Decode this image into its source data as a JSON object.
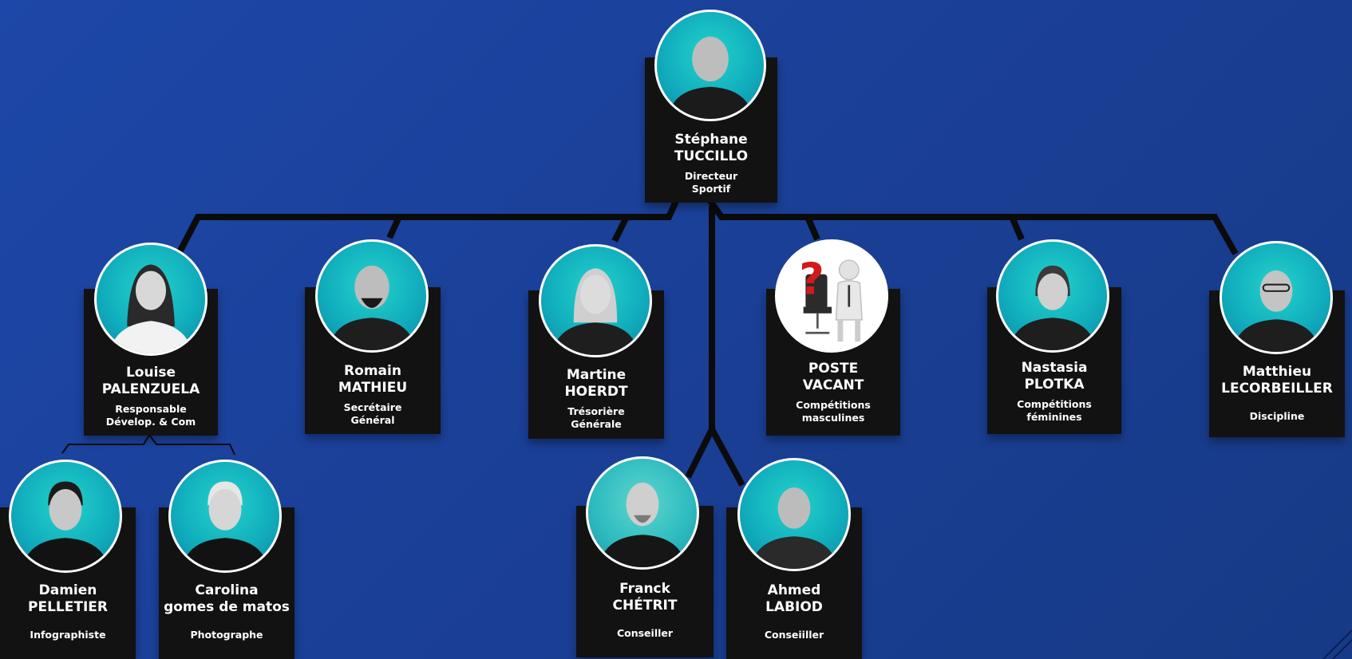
{
  "colors": {
    "background": "#1b429c",
    "card": "#121212",
    "photo_teal": "#11aebd",
    "connector": "#0b0b0b",
    "text": "#ffffff"
  },
  "people": {
    "director": {
      "first": "Stéphane",
      "last": "TUCCILLO",
      "role1": "Directeur",
      "role2": "Sportif"
    },
    "louise": {
      "first": "Louise",
      "last": "PALENZUELA",
      "role1": "Responsable",
      "role2": "Dévelop. & Com"
    },
    "romain": {
      "first": "Romain",
      "last": "MATHIEU",
      "role1": "Secrétaire",
      "role2": "Général"
    },
    "martine": {
      "first": "Martine",
      "last": "HOERDT",
      "role1": "Trésorière",
      "role2": "Générale"
    },
    "vacant": {
      "first": "POSTE",
      "last": "VACANT",
      "role1": "Compétitions",
      "role2": "masculines"
    },
    "nastasia": {
      "first": "Nastasia",
      "last": "PLOTKA",
      "role1": "Compétitions",
      "role2": "féminines"
    },
    "matthieu": {
      "first": "Matthieu",
      "last": "LECORBEILLER",
      "role1": "Discipline",
      "role2": ""
    },
    "damien": {
      "first": "Damien",
      "last": "PELLETIER",
      "role1": "Infographiste",
      "role2": ""
    },
    "carolina": {
      "first": "Carolina",
      "last": "gomes de matos",
      "role1": "Photographe",
      "role2": ""
    },
    "franck": {
      "first": "Franck",
      "last": "CHÉTRIT",
      "role1": "Conseiller",
      "role2": ""
    },
    "ahmed": {
      "first": "Ahmed",
      "last": "LABIOD",
      "role1": "Conseiiller",
      "role2": ""
    }
  },
  "icons": {
    "vacant_photo": "question-mark-chair-icon",
    "person_photo": "person-portrait-icon"
  }
}
